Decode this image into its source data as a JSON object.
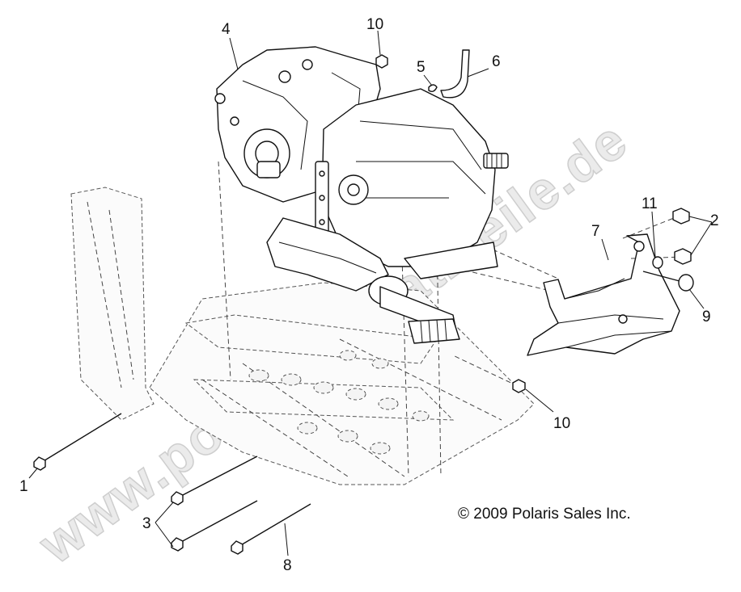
{
  "watermark": "www.polaris-ersatzteile.de",
  "copyright": "© 2009 Polaris Sales Inc.",
  "callouts": {
    "c1": "1",
    "c2": "2",
    "c3": "3",
    "c4": "4",
    "c5": "5",
    "c6": "6",
    "c7": "7",
    "c8": "8",
    "c9": "9",
    "c10a": "10",
    "c10b": "10",
    "c11": "11"
  }
}
